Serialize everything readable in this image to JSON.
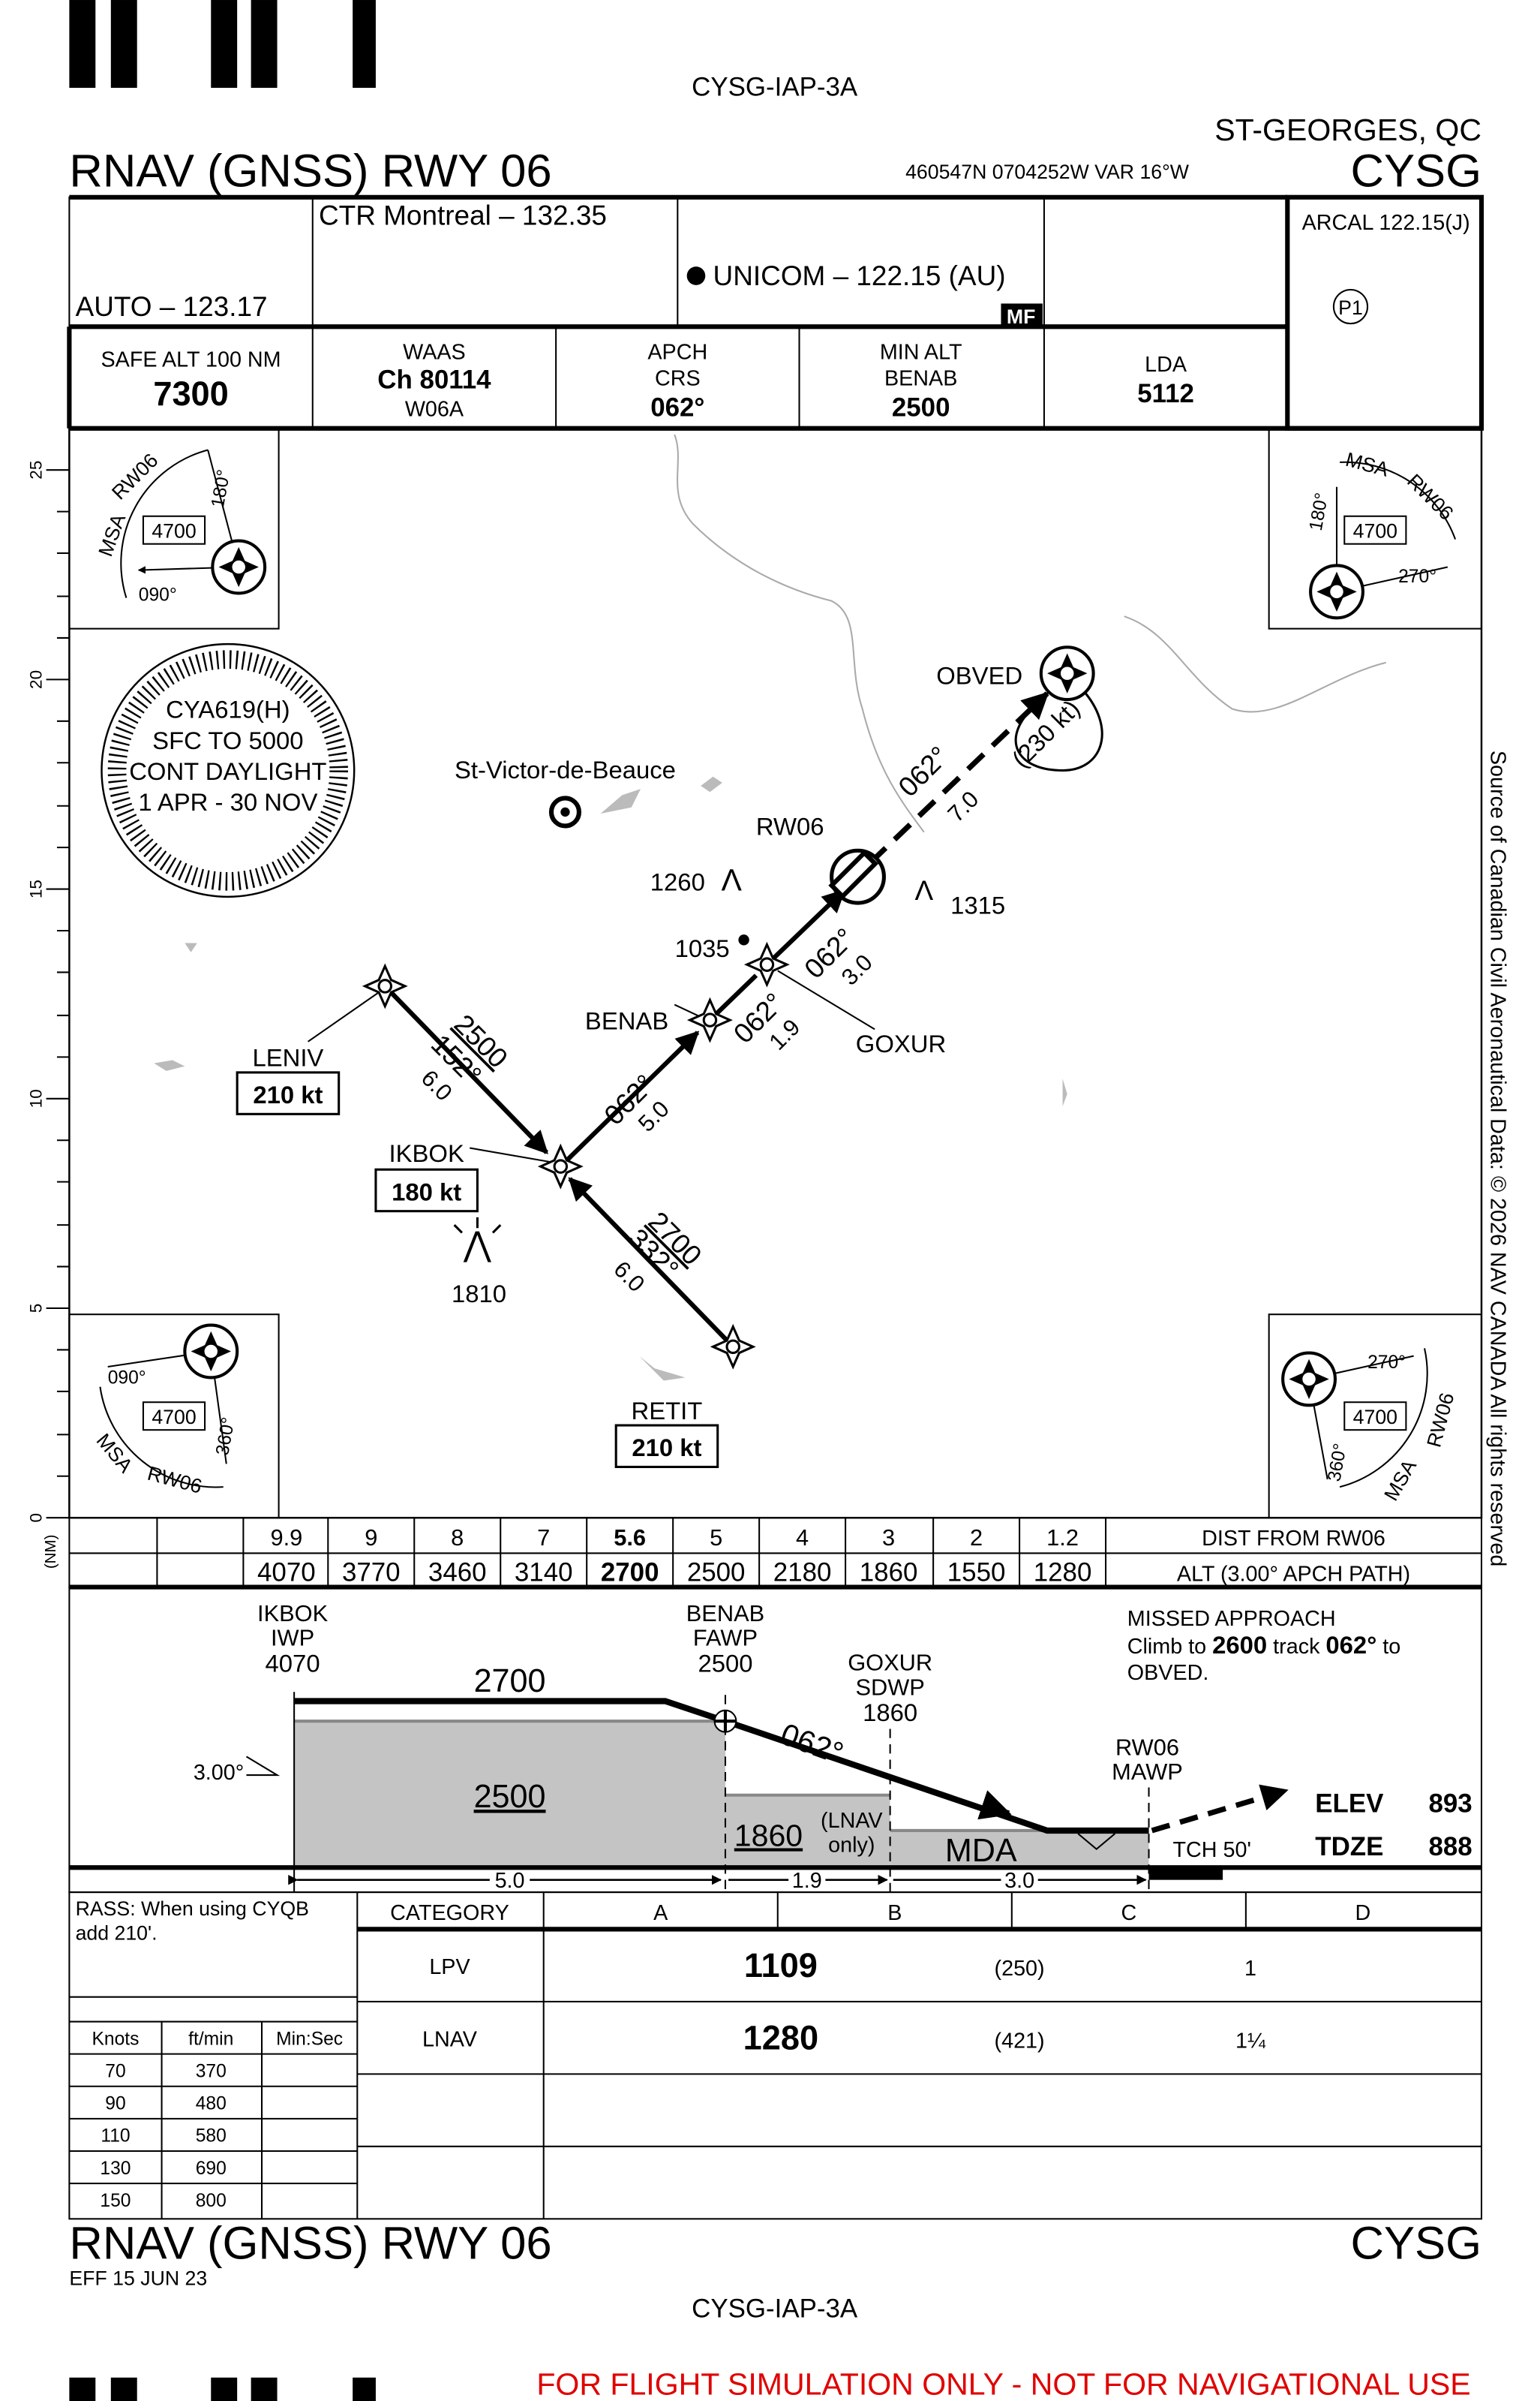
{
  "chart_id": "CYSG-IAP-3A",
  "title": "RNAV (GNSS) RWY 06",
  "location": "ST-GEORGES, QC",
  "airport_id": "CYSG",
  "coords": "460547N  0704252W  VAR 16°W",
  "comms": {
    "auto": "AUTO – 123.17",
    "ctr": "CTR Montreal – 132.35",
    "unicom": "UNICOM – 122.15 (AU)",
    "mf": "MF",
    "arcal": "ARCAL 122.15(J)",
    "p1": "P1"
  },
  "briefing": {
    "safe_alt_label": "SAFE ALT 100 NM",
    "safe_alt": "7300",
    "waas_label": "WAAS",
    "waas_ch": "Ch 80114",
    "waas_id": "W06A",
    "apch_label1": "APCH",
    "apch_label2": "CRS",
    "apch_crs": "062°",
    "min_alt_label1": "MIN ALT",
    "min_alt_label2": "BENAB",
    "min_alt": "2500",
    "lda_label": "LDA",
    "lda": "5112"
  },
  "plan": {
    "scale_labels": [
      "25",
      "20",
      "15",
      "10",
      "5",
      "0"
    ],
    "scale_unit": "(NM)",
    "msa": {
      "label": "MSA",
      "rwy": "RW06",
      "alt": "4700",
      "b1": "090°",
      "b2": "180°",
      "b3": "270°",
      "b4": "360°"
    },
    "restricted": [
      "CYA619(H)",
      "SFC TO 5000",
      "CONT DAYLIGHT",
      "1 APR - 30 NOV"
    ],
    "town": "St-Victor-de-Beauce",
    "waypoints": {
      "obved": "OBVED",
      "rw06": "RW06",
      "benab": "BENAB",
      "goxur": "GOXUR",
      "ikbok": "IKBOK",
      "leniv": "LENIV",
      "retit": "RETIT"
    },
    "speeds": {
      "leniv": "210 kt",
      "ikbok": "180 kt",
      "retit": "210 kt",
      "hold": "(230 kt)"
    },
    "obstacles": [
      "1260",
      "1315",
      "1035",
      "1810"
    ],
    "legs": {
      "leniv_alt": "2500",
      "leniv_crs": "152°",
      "leniv_dist": "6.0",
      "retit_alt": "2700",
      "retit_crs": "332°",
      "retit_dist": "6.0",
      "ikbok_crs": "062°",
      "ikbok_dist": "5.0",
      "benab_crs": "062°",
      "benab_dist": "1.9",
      "goxur_crs": "062°",
      "goxur_dist": "3.0",
      "missed_crs": "062°",
      "missed_dist": "7.0"
    }
  },
  "profile_table": {
    "dist_label": "DIST FROM RW06",
    "alt_label": "ALT (3.00° APCH PATH)",
    "dist": [
      "9.9",
      "9",
      "8",
      "7",
      "5.6",
      "5",
      "4",
      "3",
      "2",
      "1.2"
    ],
    "alt": [
      "4070",
      "3770",
      "3460",
      "3140",
      "2700",
      "2500",
      "2180",
      "1860",
      "1550",
      "1280"
    ]
  },
  "profile": {
    "ikbok": [
      "IKBOK",
      "IWP",
      "4070"
    ],
    "benab": [
      "BENAB",
      "FAWP",
      "2500"
    ],
    "goxur": [
      "GOXUR",
      "SDWP",
      "1860"
    ],
    "rw06": [
      "RW06",
      "MAWP"
    ],
    "alt_2700": "2700",
    "alt_2500": "2500",
    "alt_1860": "1860",
    "lnav_only": [
      "(LNAV",
      "only)"
    ],
    "mda": "MDA",
    "crs": "062°",
    "gp": "3.00°",
    "tch": "TCH 50'",
    "elev_label": "ELEV",
    "elev": "893",
    "tdze_label": "TDZE",
    "tdze": "888",
    "missed": {
      "title": "MISSED APPROACH",
      "l1a": "Climb to ",
      "alt": "2600",
      "l1b": " track ",
      "crs": "062°",
      "l1c": "  to",
      "l2": "OBVED."
    },
    "dists": [
      "5.0",
      "1.9",
      "3.0"
    ]
  },
  "minima": {
    "rass": [
      "RASS: When using CYQB",
      "add 210'."
    ],
    "category_label": "CATEGORY",
    "categories": [
      "A",
      "B",
      "C",
      "D"
    ],
    "rows": [
      {
        "type": "LPV",
        "da": "1109",
        "hat": "(250)",
        "vis": "1"
      },
      {
        "type": "LNAV",
        "da": "1280",
        "hat": "(421)",
        "vis": "1¼"
      }
    ],
    "timing_headers": [
      "Knots",
      "ft/min",
      "Min:Sec"
    ],
    "timing": [
      [
        "70",
        "370"
      ],
      [
        "90",
        "480"
      ],
      [
        "110",
        "580"
      ],
      [
        "130",
        "690"
      ],
      [
        "150",
        "800"
      ]
    ]
  },
  "footer": {
    "eff": "EFF 15 JUN 23",
    "copyright": "Source of Canadian Civil Aeronautical Data: © 2026 NAV CANADA All rights reserved",
    "warning": "FOR FLIGHT SIMULATION ONLY - NOT FOR NAVIGATIONAL USE"
  }
}
